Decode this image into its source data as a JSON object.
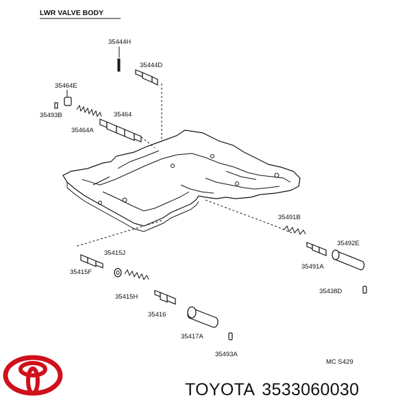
{
  "diagram": {
    "title": "LWR VALVE BODY",
    "code": "MC  S429",
    "parts": {
      "p35444H": "35444H",
      "p35444D": "35444D",
      "p35464E": "35464E",
      "p35493B": "35493B",
      "p35464": "35464",
      "p35464A": "35464A",
      "p35491B": "35491B",
      "p35492E": "35492E",
      "p35491A": "35491A",
      "p35438D": "35438D",
      "p35415J": "35415J",
      "p35415F": "35415F",
      "p35415H": "35415H",
      "p35416": "35416",
      "p35417A": "35417A",
      "p35493A": "35493A"
    }
  },
  "footer": {
    "brand": "TOYOTA",
    "part_number": "3533060030",
    "logo_color": "#d0101b"
  }
}
